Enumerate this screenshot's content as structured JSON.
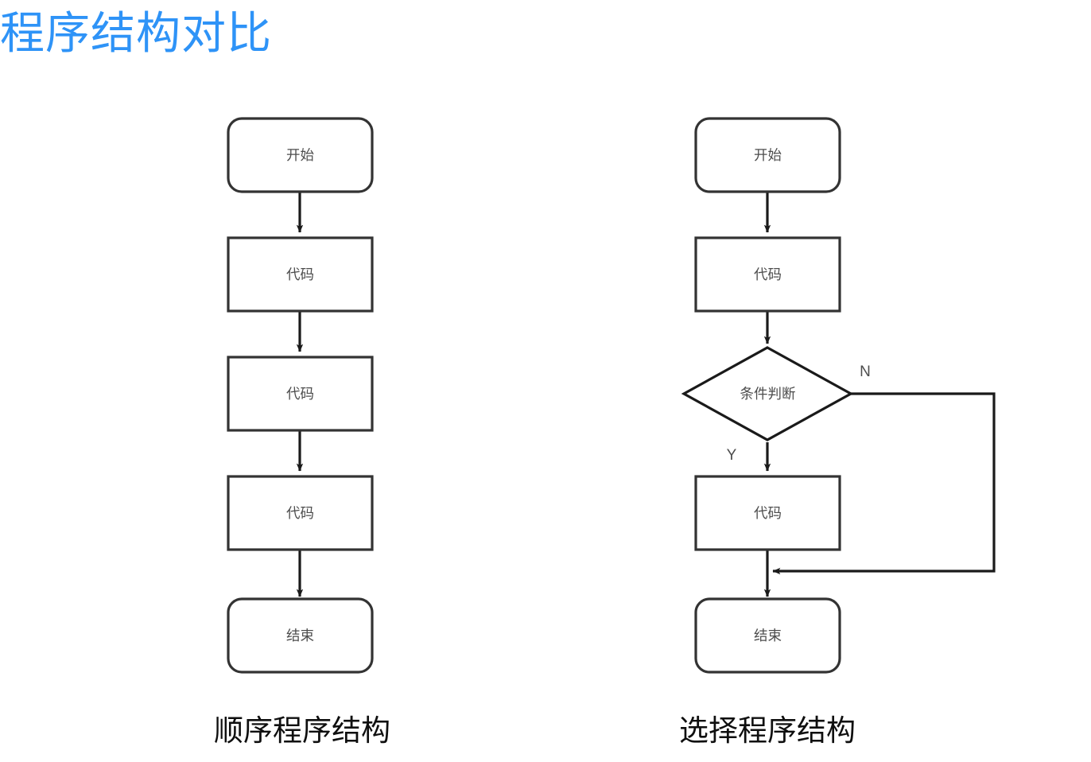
{
  "page": {
    "title": "程序结构对比",
    "title_color": "#2e93f7",
    "background": "#ffffff",
    "stroke_color": "#333333",
    "node_fill": "#ffffff",
    "node_text_color": "#4d4d4d"
  },
  "flowcharts": [
    {
      "id": "sequential",
      "caption": "顺序程序结构",
      "nodes": [
        {
          "id": "seq-start",
          "label": "开始",
          "shape": "rounded-rect"
        },
        {
          "id": "seq-code-1",
          "label": "代码",
          "shape": "rect"
        },
        {
          "id": "seq-code-2",
          "label": "代码",
          "shape": "rect"
        },
        {
          "id": "seq-code-3",
          "label": "代码",
          "shape": "rect"
        },
        {
          "id": "seq-end",
          "label": "结束",
          "shape": "rounded-rect"
        }
      ],
      "edges": [
        {
          "from": "seq-start",
          "to": "seq-code-1",
          "label": ""
        },
        {
          "from": "seq-code-1",
          "to": "seq-code-2",
          "label": ""
        },
        {
          "from": "seq-code-2",
          "to": "seq-code-3",
          "label": ""
        },
        {
          "from": "seq-code-3",
          "to": "seq-end",
          "label": ""
        }
      ]
    },
    {
      "id": "selection",
      "caption": "选择程序结构",
      "nodes": [
        {
          "id": "sel-start",
          "label": "开始",
          "shape": "rounded-rect"
        },
        {
          "id": "sel-code-1",
          "label": "代码",
          "shape": "rect"
        },
        {
          "id": "sel-decision",
          "label": "条件判断",
          "shape": "diamond"
        },
        {
          "id": "sel-code-2",
          "label": "代码",
          "shape": "rect"
        },
        {
          "id": "sel-end",
          "label": "结束",
          "shape": "rounded-rect"
        }
      ],
      "edges": [
        {
          "from": "sel-start",
          "to": "sel-code-1",
          "label": ""
        },
        {
          "from": "sel-code-1",
          "to": "sel-decision",
          "label": ""
        },
        {
          "from": "sel-decision",
          "to": "sel-code-2",
          "label": "Y"
        },
        {
          "from": "sel-decision",
          "to": "sel-end",
          "label": "N"
        },
        {
          "from": "sel-code-2",
          "to": "sel-end",
          "label": ""
        }
      ],
      "branch_labels": {
        "yes": "Y",
        "no": "N"
      }
    }
  ]
}
